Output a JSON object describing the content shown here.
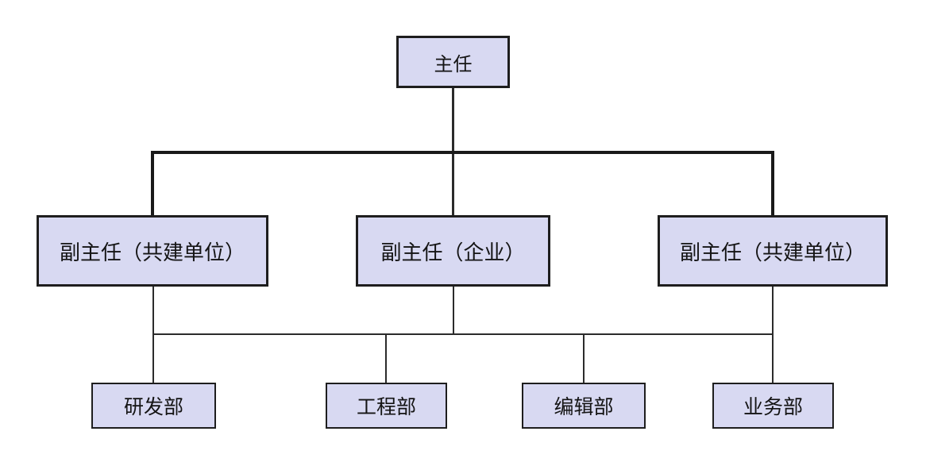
{
  "diagram": {
    "type": "org-chart",
    "background_color": "#ffffff",
    "node_fill_color": "#d8d9f2",
    "node_border_color": "#1e1e1e",
    "connector_color": "#1a1a1a",
    "nodes": {
      "director": {
        "label": "主任",
        "level": 1
      },
      "deputy_left": {
        "label": "副主任（共建单位）",
        "level": 2
      },
      "deputy_middle": {
        "label": "副主任（企业）",
        "level": 2
      },
      "deputy_right": {
        "label": "副主任（共建单位）",
        "level": 2
      },
      "dept_rd": {
        "label": "研发部",
        "level": 3
      },
      "dept_engineering": {
        "label": "工程部",
        "level": 3
      },
      "dept_editorial": {
        "label": "编辑部",
        "level": 3
      },
      "dept_business": {
        "label": "业务部",
        "level": 3
      }
    },
    "edges": [
      {
        "from": "director",
        "to": "deputy_left"
      },
      {
        "from": "director",
        "to": "deputy_middle"
      },
      {
        "from": "director",
        "to": "deputy_right"
      },
      {
        "from": "deputies",
        "to": "dept_rd"
      },
      {
        "from": "deputies",
        "to": "dept_engineering"
      },
      {
        "from": "deputies",
        "to": "dept_editorial"
      },
      {
        "from": "deputies",
        "to": "dept_business"
      }
    ]
  }
}
